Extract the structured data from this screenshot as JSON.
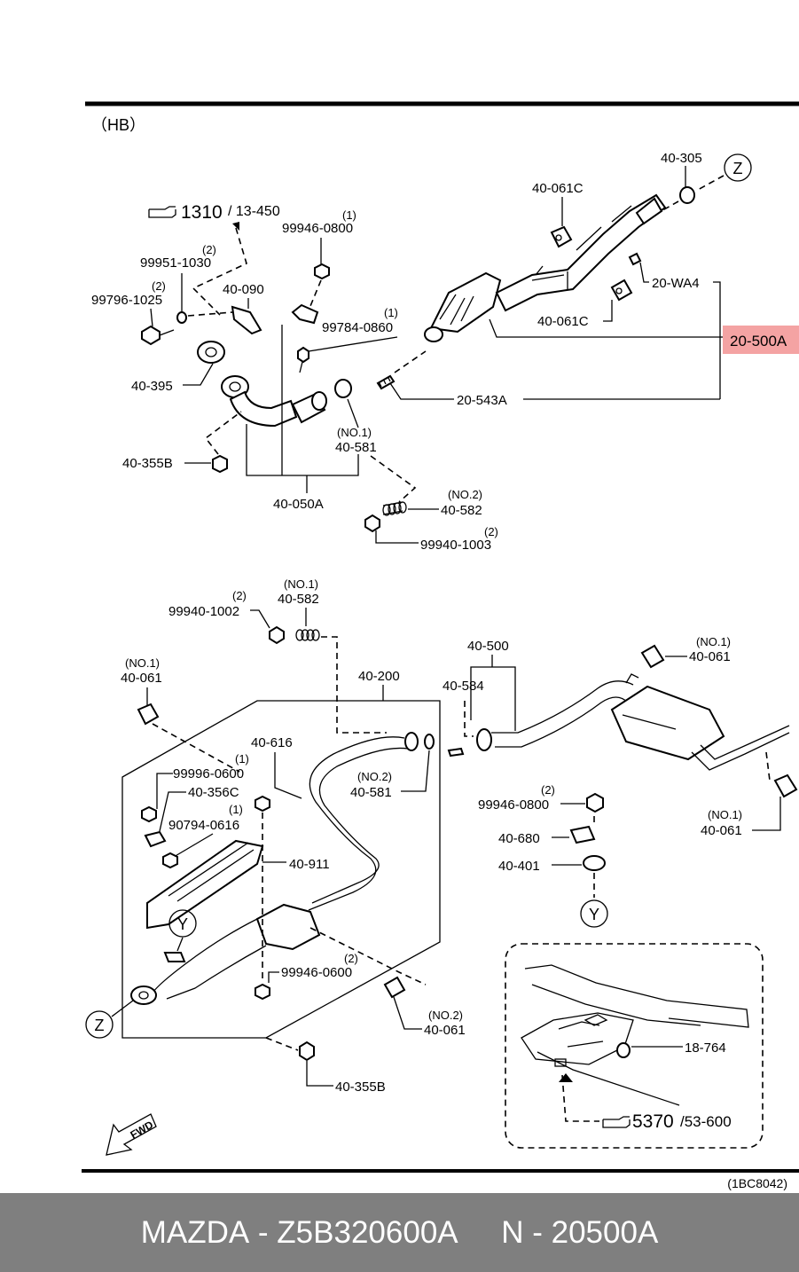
{
  "header": {
    "variant": "（HB）",
    "code": "(1BC8042)"
  },
  "refs": {
    "top": {
      "main": "1310",
      "sub": "/ 13-450"
    },
    "bottom": {
      "main": "5370",
      "sub": "/53-600"
    }
  },
  "zones": {
    "z": "Z",
    "y": "Y"
  },
  "fwd": "FWD",
  "parts": {
    "p40_305": "40-305",
    "p40_061c_a": "40-061C",
    "p40_061c_b": "40-061C",
    "p20_wa4": "20-WA4",
    "p20_500a": "20-500A",
    "p20_543a": "20-543A",
    "p99946_0800_top_qty": "(1)",
    "p99946_0800_top": "99946-0800",
    "p99951_1030_qty": "(2)",
    "p99951_1030": "99951-1030",
    "p99796_1025_qty": "(2)",
    "p99796_1025": "99796-1025",
    "p40_090": "40-090",
    "p99784_0860_qty": "(1)",
    "p99784_0860": "99784-0860",
    "p40_395": "40-395",
    "p40_581_top_note": "(NO.1)",
    "p40_581_top": "40-581",
    "p40_355b_top": "40-355B",
    "p40_050a": "40-050A",
    "p40_582_top_note": "(NO.2)",
    "p40_582_top": "40-582",
    "p99940_1003_qty": "(2)",
    "p99940_1003": "99940-1003",
    "p99940_1002_qty": "(2)",
    "p99940_1002": "99940-1002",
    "p40_582_bot_note": "(NO.1)",
    "p40_582_bot": "40-582",
    "p40_061_left_note": "(NO.1)",
    "p40_061_left": "40-061",
    "p40_200": "40-200",
    "p40_616": "40-616",
    "p99996_0600_qty": "(1)",
    "p99996_0600": "99996-0600",
    "p40_356c": "40-356C",
    "p90794_0616_qty": "(1)",
    "p90794_0616": "90794-0616",
    "p40_911": "40-911",
    "p40_581_bot_note": "(NO.2)",
    "p40_581_bot": "40-581",
    "p40_500": "40-500",
    "p40_584": "40-584",
    "p40_061_tr_note": "(NO.1)",
    "p40_061_tr": "40-061",
    "p99946_0800_mid_qty": "(2)",
    "p99946_0800_mid": "99946-0800",
    "p40_680": "40-680",
    "p40_401": "40-401",
    "p40_061_r_note": "(NO.1)",
    "p40_061_r": "40-061",
    "p99946_0600_qty": "(2)",
    "p99946_0600": "99946-0600",
    "p40_061_no2_note": "(NO.2)",
    "p40_061_no2": "40-061",
    "p40_355b_bot": "40-355B",
    "p18_764": "18-764"
  },
  "highlight_color": "#f4a3a3",
  "footer": {
    "brand": "MAZDA",
    "part_no": "Z5B320600A",
    "ref": "N - 20500A"
  }
}
